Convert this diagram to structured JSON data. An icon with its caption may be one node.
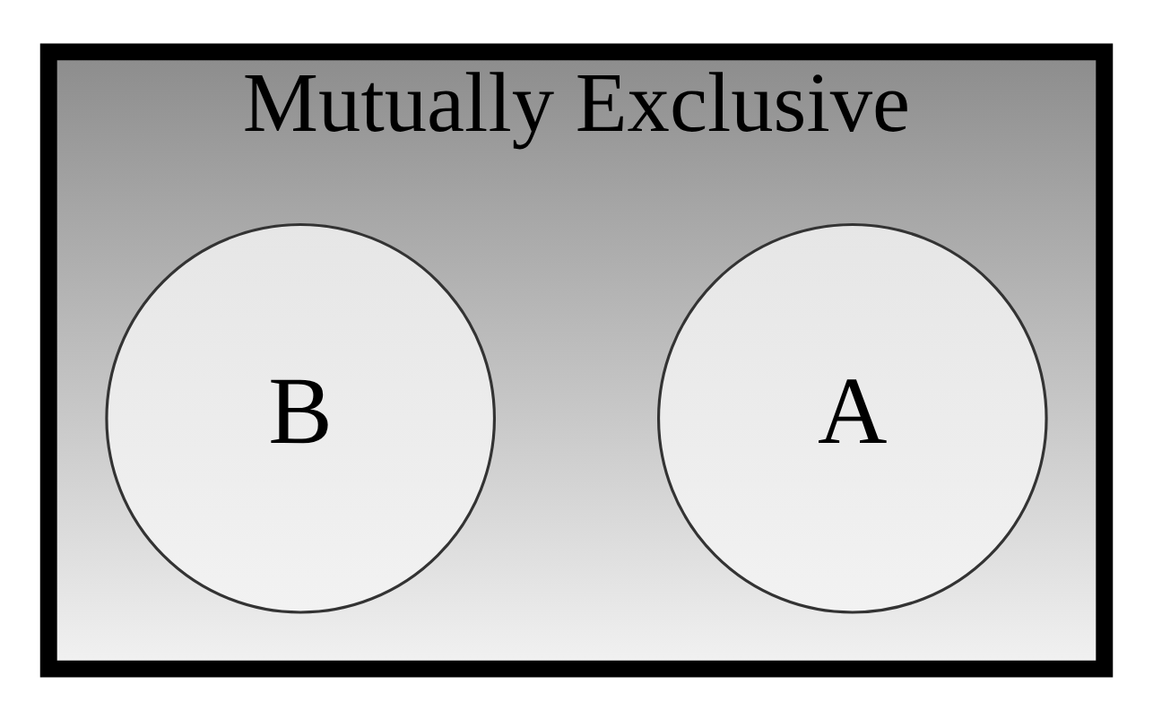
{
  "diagram": {
    "nodes": [
      {
        "text": [
          "Mutually Exclusive"
        ]
      },
      {
        "text": [
          "A"
        ],
        "in": 0
      },
      {
        "text": [
          "B"
        ],
        "in": 0
      }
    ]
  }
}
